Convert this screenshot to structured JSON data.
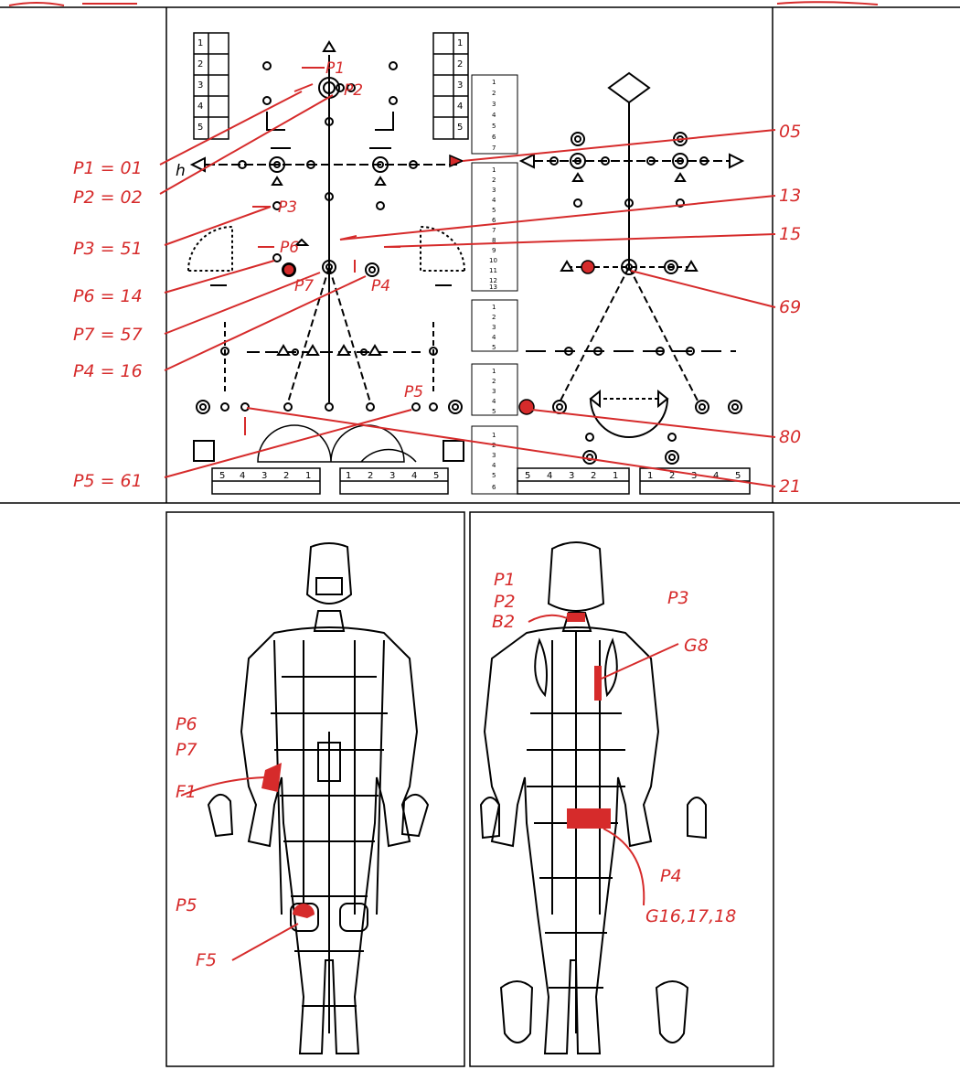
{
  "colors": {
    "annotation": "#d62b2b",
    "line": "#000000",
    "paper": "#ffffff"
  },
  "annotations": {
    "left": [
      "P1 = 01",
      "P2 = 02",
      "P3 = 51",
      "P6 = 14",
      "P7 = 57",
      "P4 = 16",
      "P5 = 61"
    ],
    "right": [
      "05",
      "13",
      "15",
      "69",
      "80",
      "21"
    ],
    "diagram": [
      "P1",
      "P2",
      "P3",
      "P6",
      "P7",
      "P4",
      "P5",
      "h"
    ],
    "front_body": [
      "P6",
      "P7",
      "F1",
      "P5",
      "F5"
    ],
    "back_body": [
      "P1",
      "P2",
      "P3",
      "B2",
      "G8",
      "P4",
      "G16,17,18"
    ]
  },
  "scales": {
    "ladder_1_5": [
      "1",
      "2",
      "3",
      "4",
      "5"
    ],
    "ladder_1_7": [
      "1",
      "2",
      "3",
      "4",
      "5",
      "6",
      "7"
    ],
    "ladder_1_13": [
      "1",
      "2",
      "3",
      "4",
      "5",
      "6",
      "7",
      "8",
      "9",
      "10",
      "11",
      "12",
      "13"
    ],
    "ladder_1_6": [
      "1",
      "2",
      "3",
      "4",
      "5",
      "6"
    ],
    "row_desc": [
      "5",
      "4",
      "3",
      "2",
      "1"
    ],
    "row_asc": [
      "1",
      "2",
      "3",
      "4",
      "5"
    ]
  }
}
